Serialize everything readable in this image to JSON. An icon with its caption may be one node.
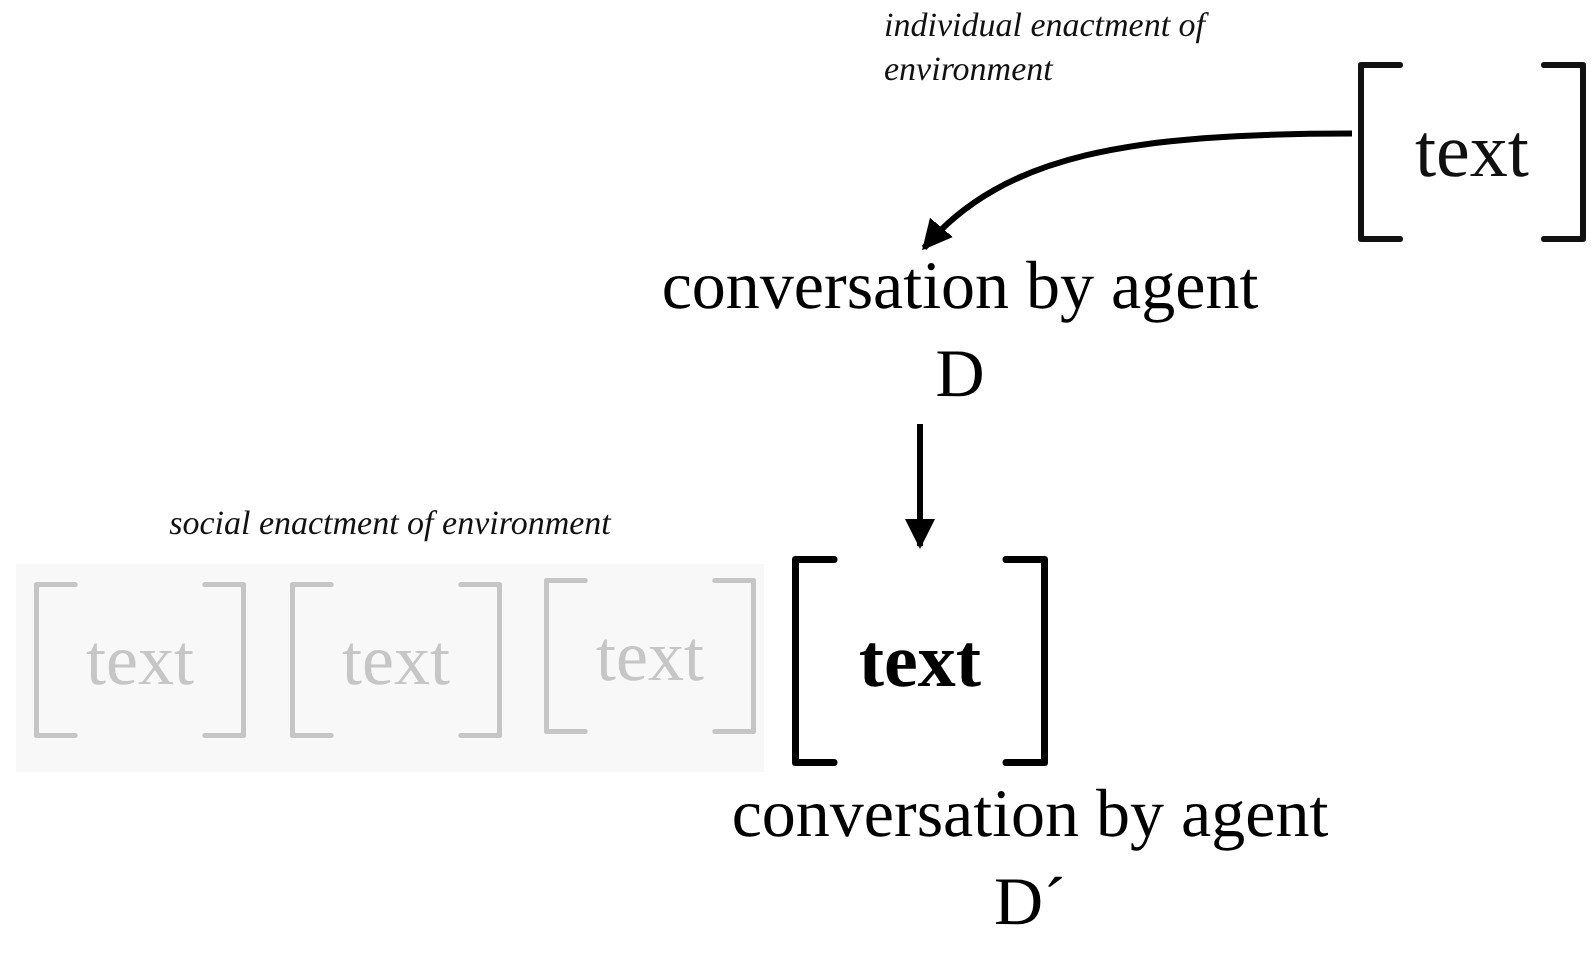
{
  "diagram": {
    "nodes": [
      {
        "text": [
          "text"
        ]
      },
      {
        "text": [
          "conversation by agent D"
        ]
      },
      {
        "text": [
          "social enactment of environment"
        ]
      },
      {
        "text": [
          "text"
        ],
        "in": 2
      },
      {
        "text": [
          "text"
        ],
        "in": 2
      },
      {
        "text": [
          "text"
        ],
        "in": 2
      },
      {
        "text": [
          "text"
        ]
      },
      {
        "text": [
          "conversation by agent D´"
        ]
      }
    ],
    "edges": [
      {
        "from": 0,
        "to": 1,
        "arrow": "to",
        "label": "individual enactment of environment"
      },
      {
        "from": 1,
        "to": 6,
        "arrow": "to"
      }
    ]
  }
}
